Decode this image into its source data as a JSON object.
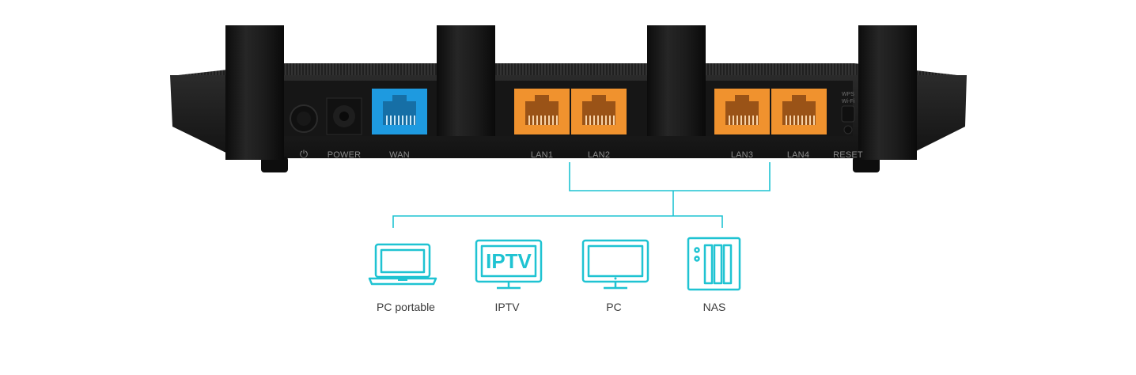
{
  "colors": {
    "accent": "#1fc3d2",
    "router_body": "#1b1b1b",
    "wan_port": "#1e9ae0",
    "lan_port": "#f0922e"
  },
  "router": {
    "power_symbol": "⏻",
    "ports": {
      "power": "POWER",
      "wan": "WAN",
      "lan1": "LAN1",
      "lan2": "LAN2",
      "lan3": "LAN3",
      "lan4": "LAN4",
      "reset": "RESET"
    },
    "wps_label_top": "WPS",
    "wps_label_bottom": "Wi-Fi"
  },
  "devices": [
    {
      "icon": "laptop-icon",
      "label": "PC portable"
    },
    {
      "icon": "iptv-icon",
      "label": "IPTV",
      "screen_text": "IPTV"
    },
    {
      "icon": "monitor-icon",
      "label": "PC"
    },
    {
      "icon": "nas-icon",
      "label": "NAS"
    }
  ]
}
